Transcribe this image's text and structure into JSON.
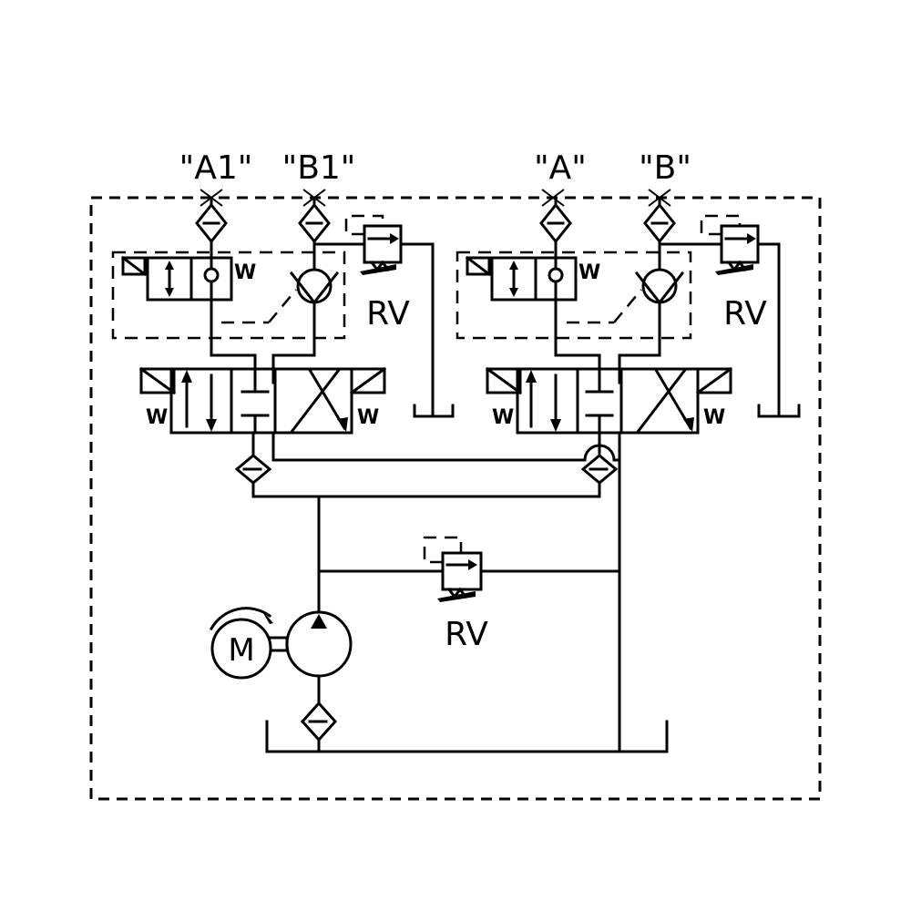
{
  "diagram": {
    "ports": {
      "a1": "\"A1\"",
      "b1": "\"B1\"",
      "a": "\"A\"",
      "b": "\"B\""
    },
    "relief_valves": {
      "left": "RV",
      "right": "RV",
      "main": "RV"
    },
    "motor_label": "M",
    "spring_mark": "W"
  }
}
